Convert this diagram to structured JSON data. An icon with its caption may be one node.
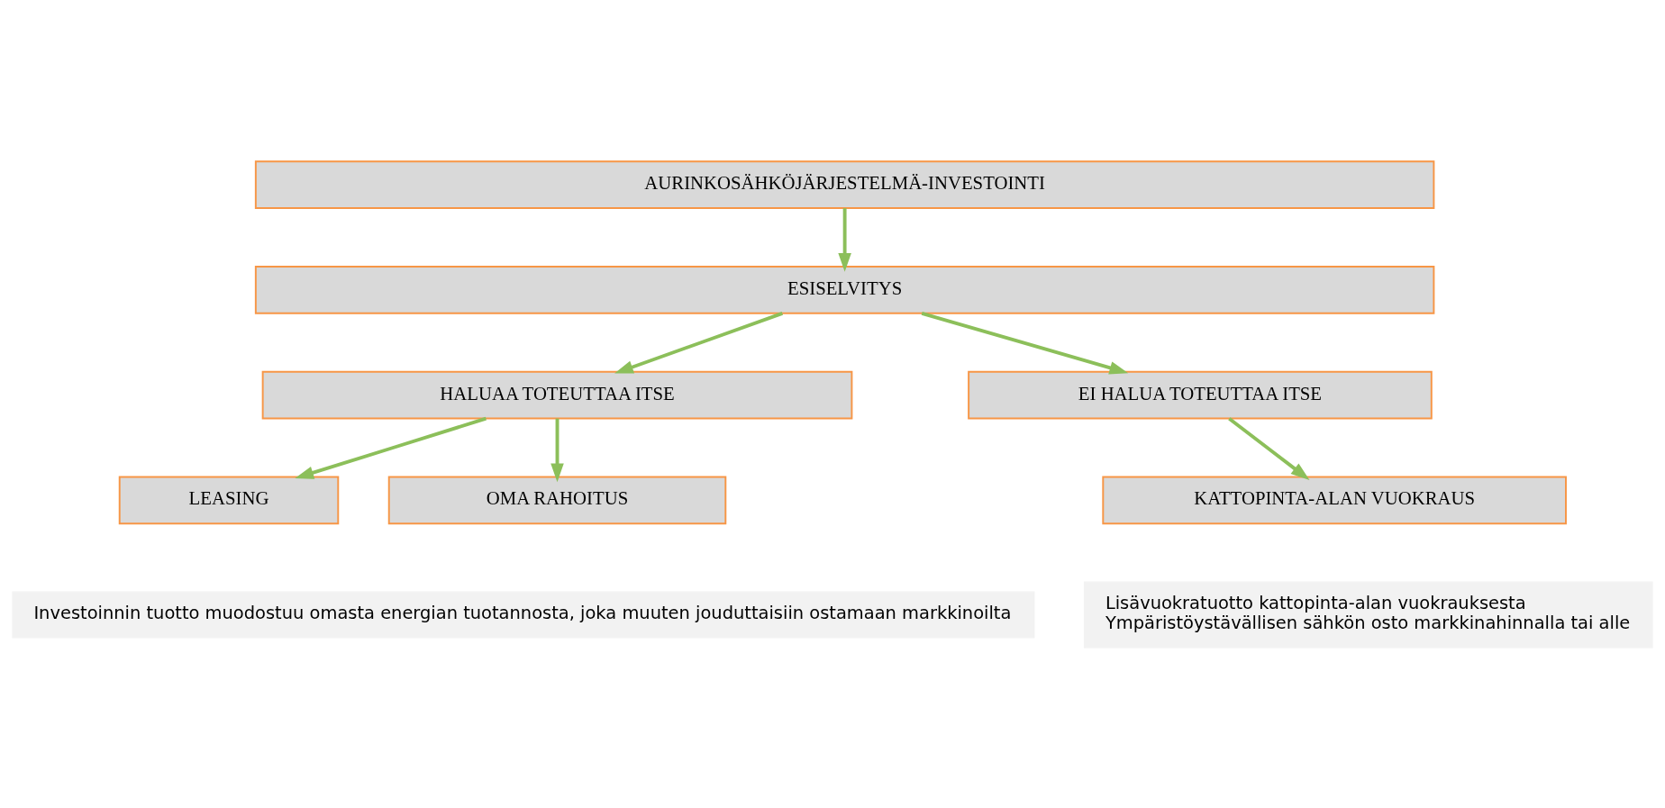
{
  "diagram": {
    "nodes": [
      {
        "text": [
          "AURINKOSÄHKÖJÄRJESTELMÄ-INVESTOINTI"
        ]
      },
      {
        "text": [
          "ESISELVITYS"
        ]
      },
      {
        "text": [
          "HALUAA TOTEUTTAA ITSE"
        ]
      },
      {
        "text": [
          "EI HALUA TOTEUTTAA ITSE"
        ]
      },
      {
        "text": [
          "LEASING"
        ]
      },
      {
        "text": [
          "OMA RAHOITUS"
        ]
      },
      {
        "text": [
          "KATTOPINTA-ALAN VUOKRAUS"
        ]
      },
      {
        "text": [
          "Investoinnin tuotto muodostuu omasta energian tuotannosta, joka muuten jouduttaisiin ostamaan markkinoilta"
        ]
      },
      {
        "text": [
          "Lisävuokratuotto kattopinta-alan vuokrauksesta",
          "Ympäristöystävällisen sähkön osto markkinahinnalla tai alle"
        ]
      }
    ],
    "edges": [
      {
        "from": 0,
        "to": 1,
        "arrow": "to"
      },
      {
        "from": 1,
        "to": 2,
        "arrow": "to"
      },
      {
        "from": 1,
        "to": 3,
        "arrow": "to"
      },
      {
        "from": 2,
        "to": 4,
        "arrow": "to"
      },
      {
        "from": 2,
        "to": 5,
        "arrow": "to"
      },
      {
        "from": 3,
        "to": 6,
        "arrow": "to"
      }
    ]
  }
}
